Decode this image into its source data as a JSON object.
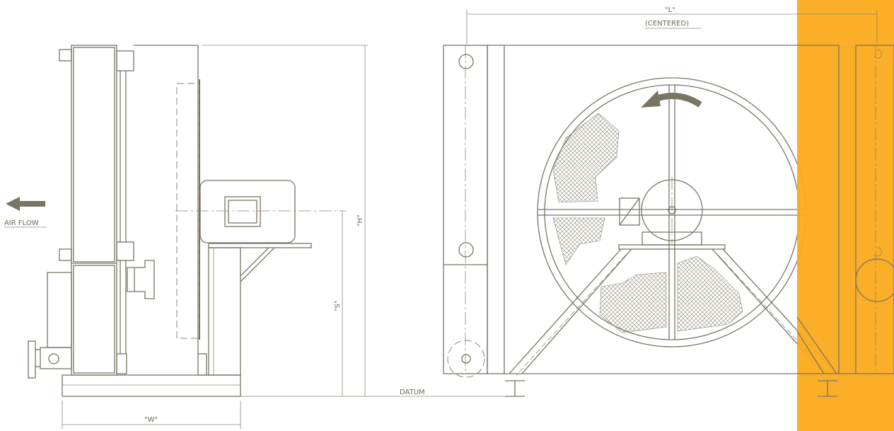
{
  "labels": {
    "air_flow": "AIR FLOW",
    "dim_w": "\"W\"",
    "dim_h": "\"H\"",
    "dim_s": "\"S\"",
    "dim_l": "\"L\"",
    "centered": "(CENTERED)",
    "datum": "DATUM"
  },
  "colors": {
    "line": "#7a7463",
    "accent_bar": "#fbab1c",
    "background": "#ffffff"
  }
}
